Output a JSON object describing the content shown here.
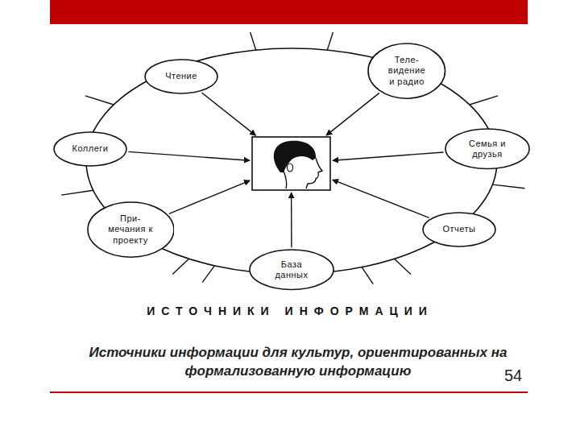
{
  "diagram": {
    "caption": "Источники информации для культур, ориентированных на формализованную информацию",
    "nodes": [
      {
        "text": [
          "Чтение"
        ]
      },
      {
        "text": [
          "Теле- видение и радио"
        ]
      },
      {
        "text": [
          "Коллеги"
        ]
      },
      {
        "text": [
          "Семья и друзья"
        ]
      },
      {
        "text": [
          "При- мечания к проекту"
        ]
      },
      {
        "text": [
          "Отчеты"
        ]
      },
      {
        "text": [
          "База данных"
        ]
      }
    ],
    "labels": [
      "ИСТОЧНИКИ ИНФОРМАЦИИ",
      "54"
    ]
  }
}
